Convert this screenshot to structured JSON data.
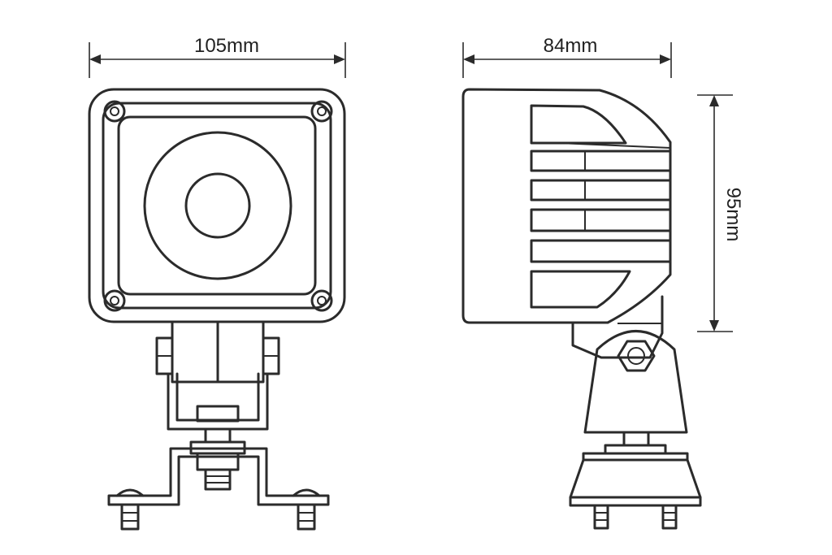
{
  "dimensions": {
    "width": "105mm",
    "depth": "84mm",
    "height": "95mm"
  },
  "colors": {
    "line": "#2b2b2b",
    "background": "#ffffff"
  }
}
